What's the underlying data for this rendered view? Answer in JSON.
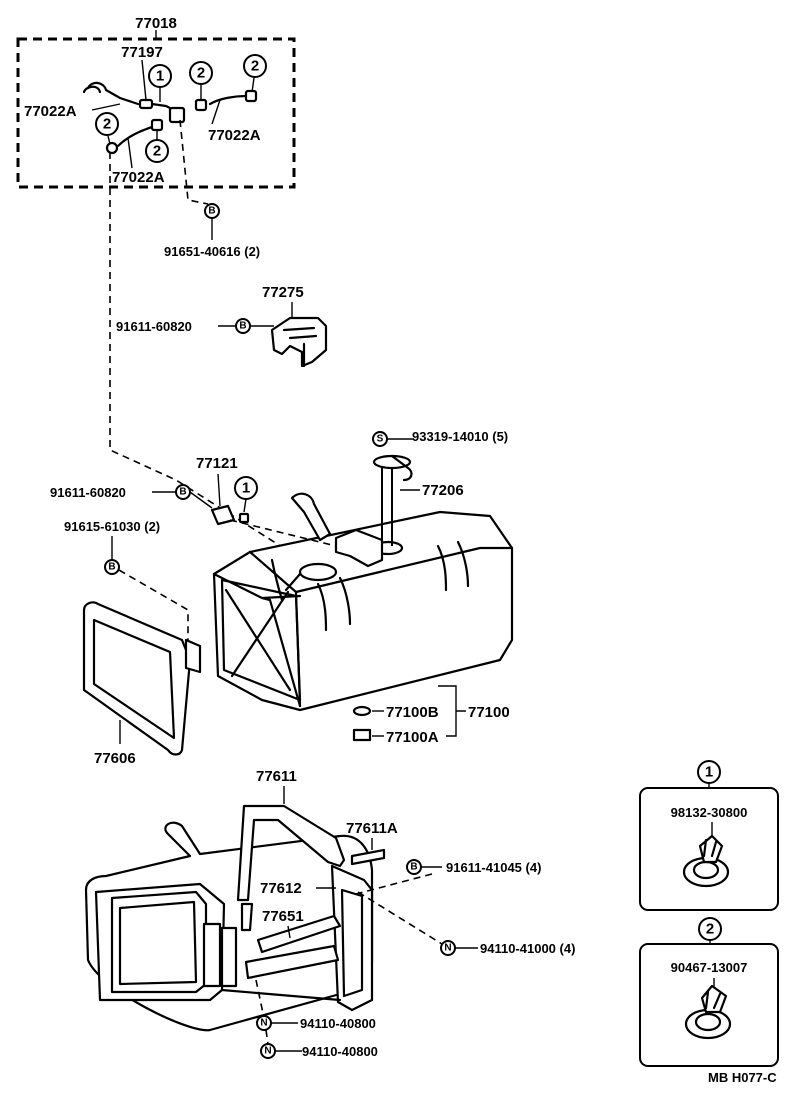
{
  "labels": {
    "top_group": "77018",
    "p77197": "77197",
    "p77022a_left": "77022A",
    "p77022a_right": "77022A",
    "p77022a_bottom": "77022A",
    "bolt_91651": "91651-40616 (2)",
    "p77275": "77275",
    "bolt_91611_60820_a": "91611-60820",
    "screw_93319": "93319-14010 (5)",
    "p77121": "77121",
    "p77206": "77206",
    "bolt_91611_60820_b": "91611-60820",
    "bolt_91615": "91615-61030 (2)",
    "p77100b": "77100B",
    "p77100": "77100",
    "p77100a": "77100A",
    "p77606": "77606",
    "p77611": "77611",
    "p77611a": "77611A",
    "bolt_91611_41045": "91611-41045 (4)",
    "p77612": "77612",
    "p77651": "77651",
    "nut_94110_41000": "94110-41000 (4)",
    "nut_94110_40800_a": "94110-40800",
    "nut_94110_40800_b": "94110-40800",
    "clamp1_part": "98132-30800",
    "clamp2_part": "90467-13007",
    "drawing_code": "MB H077-C"
  },
  "markers": {
    "one": "1",
    "two": "2",
    "b": "B",
    "s": "S",
    "n": "N"
  }
}
